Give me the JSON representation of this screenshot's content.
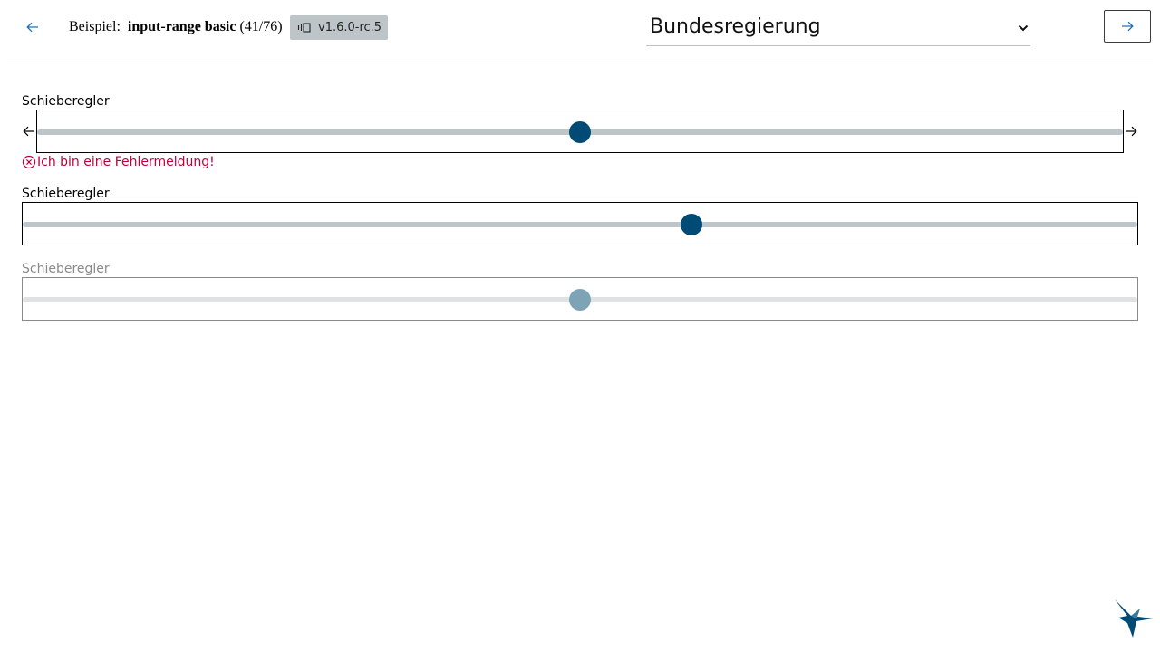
{
  "header": {
    "back_icon": "arrow-left-icon",
    "example_prefix": "Beispiel:",
    "example_name": "input-range basic",
    "example_count": "(41/76)",
    "version_icon": "component-icon",
    "version": "v1.6.0-rc.5",
    "theme_select": {
      "selected": "Bundesregierung",
      "icon": "chevron-down-icon"
    },
    "next_icon": "arrow-right-icon"
  },
  "sliders": [
    {
      "label": "Schieberegler",
      "value_percent": 50,
      "has_icons": true,
      "left_icon": "arrow-left-icon",
      "right_icon": "arrow-right-icon",
      "error": "Ich bin eine Fehlermeldung!",
      "error_icon": "circle-x-icon",
      "disabled": false
    },
    {
      "label": "Schieberegler",
      "value_percent": 60,
      "has_icons": false,
      "disabled": false
    },
    {
      "label": "Schieberegler",
      "value_percent": 50,
      "has_icons": false,
      "disabled": true
    }
  ],
  "logo": "kolibri-bird-logo",
  "colors": {
    "accent": "#004b76",
    "accent_disabled": "#7ea3b7",
    "track": "#bec5c9",
    "track_disabled": "#dfe2e3",
    "error": "#c0003c",
    "link": "#1d70b8",
    "badge_bg": "#bec5c9"
  }
}
